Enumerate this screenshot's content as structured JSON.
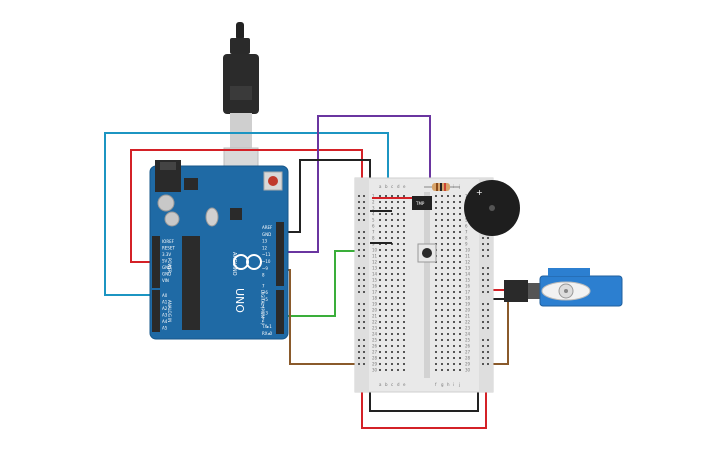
{
  "arduino": {
    "model": "UNO",
    "brand": "ARDUINO",
    "digital_label": "DIGITAL (PWM ~)",
    "power_label": "POWER",
    "analog_label": "ANALOG IN",
    "top_pins": [
      "AREF",
      "GND",
      "13",
      "12",
      "~11",
      "~10",
      "~9",
      "8"
    ],
    "bottom_pins": [
      "7",
      "~6",
      "~5",
      "4",
      "~3",
      "2",
      "TX▸1",
      "RX◂0"
    ],
    "power_pins": [
      "IOREF",
      "RESET",
      "3.3V",
      "5V",
      "GND",
      "GND",
      "VIN"
    ],
    "analog_pins": [
      "A0",
      "A1",
      "A2",
      "A3",
      "A4",
      "A5"
    ]
  },
  "breadboard": {
    "column_letters": [
      "a",
      "b",
      "c",
      "d",
      "e",
      "f",
      "g",
      "h",
      "i",
      "j"
    ],
    "row_numbers": [
      "1",
      "2",
      "3",
      "4",
      "5",
      "6",
      "7",
      "8",
      "9",
      "10",
      "11",
      "12",
      "13",
      "14",
      "15",
      "16",
      "17",
      "18",
      "19",
      "20",
      "21",
      "22",
      "23",
      "24",
      "25",
      "26",
      "27",
      "28",
      "29",
      "30"
    ]
  },
  "components": {
    "buzzer_polarity": "+",
    "ic_label": "TMP"
  },
  "colors": {
    "board": "#1f6aa5",
    "breadboard": "#e9e9e9",
    "wire_blue": "#1c95c2",
    "wire_red": "#d42127",
    "wire_purple": "#6a35a0",
    "wire_black": "#222222",
    "wire_green": "#3aae3a",
    "wire_brown": "#8a5a2b",
    "servo": "#2c7fd0"
  }
}
